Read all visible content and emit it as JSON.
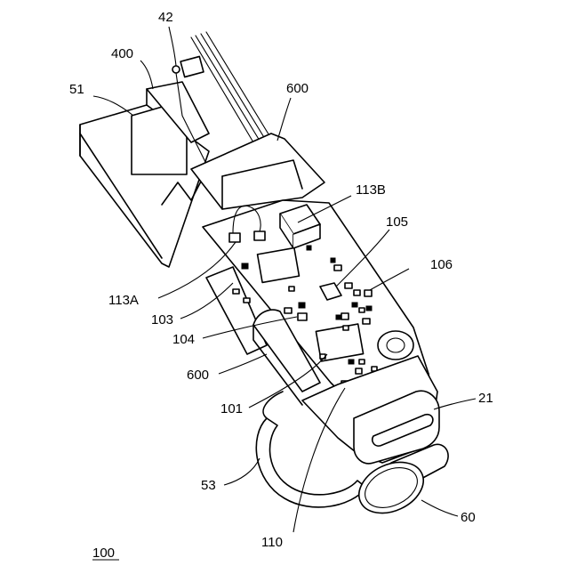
{
  "figure": {
    "reference": "100",
    "labels": {
      "l42": "42",
      "l400": "400",
      "l51": "51",
      "l600_top": "600",
      "l113B": "113B",
      "l105": "105",
      "l106": "106",
      "l113A": "113A",
      "l103": "103",
      "l104": "104",
      "l600_side": "600",
      "l101": "101",
      "l21": "21",
      "l53": "53",
      "l60": "60",
      "l110": "110"
    }
  }
}
